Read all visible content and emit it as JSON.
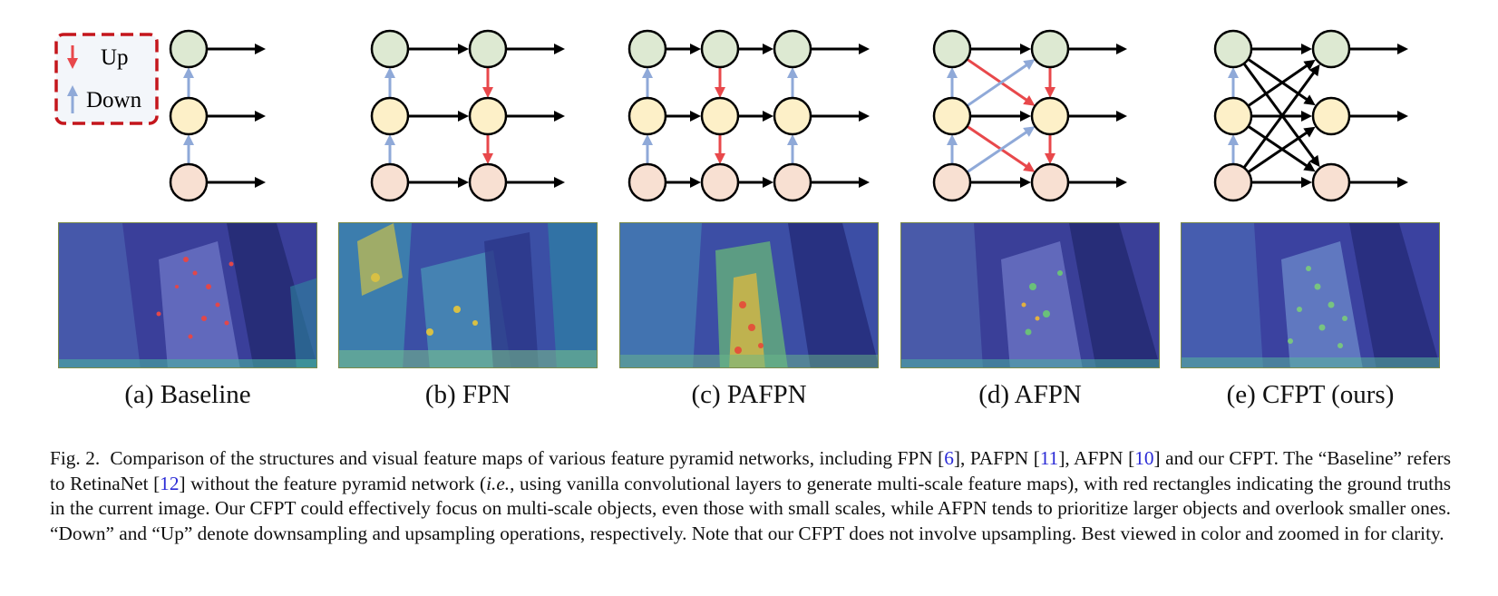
{
  "legend": {
    "up_label": "Up",
    "down_label": "Down"
  },
  "colors": {
    "top_node": "#dde9d2",
    "mid_node": "#fdf0c8",
    "bot_node": "#f8e0d2",
    "up_arrow": "#e8484b",
    "down_arrow": "#8fa9d8",
    "forward_arrow": "#000000",
    "legend_border": "#c4161c"
  },
  "panels": [
    {
      "key": "a",
      "label": "(a) Baseline"
    },
    {
      "key": "b",
      "label": "(b) FPN"
    },
    {
      "key": "c",
      "label": "(c) PAFPN"
    },
    {
      "key": "d",
      "label": "(d) AFPN"
    },
    {
      "key": "e",
      "label": "(e) CFPT (ours)"
    }
  ],
  "caption": {
    "fig_label": "Fig. 2.",
    "t1": "Comparison of the structures and visual feature maps of various feature pyramid networks, including FPN [",
    "r1": "6",
    "t2": "], PAFPN [",
    "r2": "11",
    "t3": "], AFPN [",
    "r3": "10",
    "t4": "] and our CFPT. The “Baseline” refers to RetinaNet [",
    "r4": "12",
    "t5": "] without the feature pyramid network (",
    "ie": "i.e.",
    "t6": ", using vanilla convolutional layers to generate multi-scale feature maps), with red rectangles indicating the ground truths in the current image. Our CFPT could effectively focus on multi-scale objects, even those with small scales, while AFPN tends to prioritize larger objects and overlook smaller ones. “Down” and “Up” denote downsampling and upsampling operations, respectively. Note that our CFPT does not involve upsampling. Best viewed in color and zoomed in for clarity."
  }
}
